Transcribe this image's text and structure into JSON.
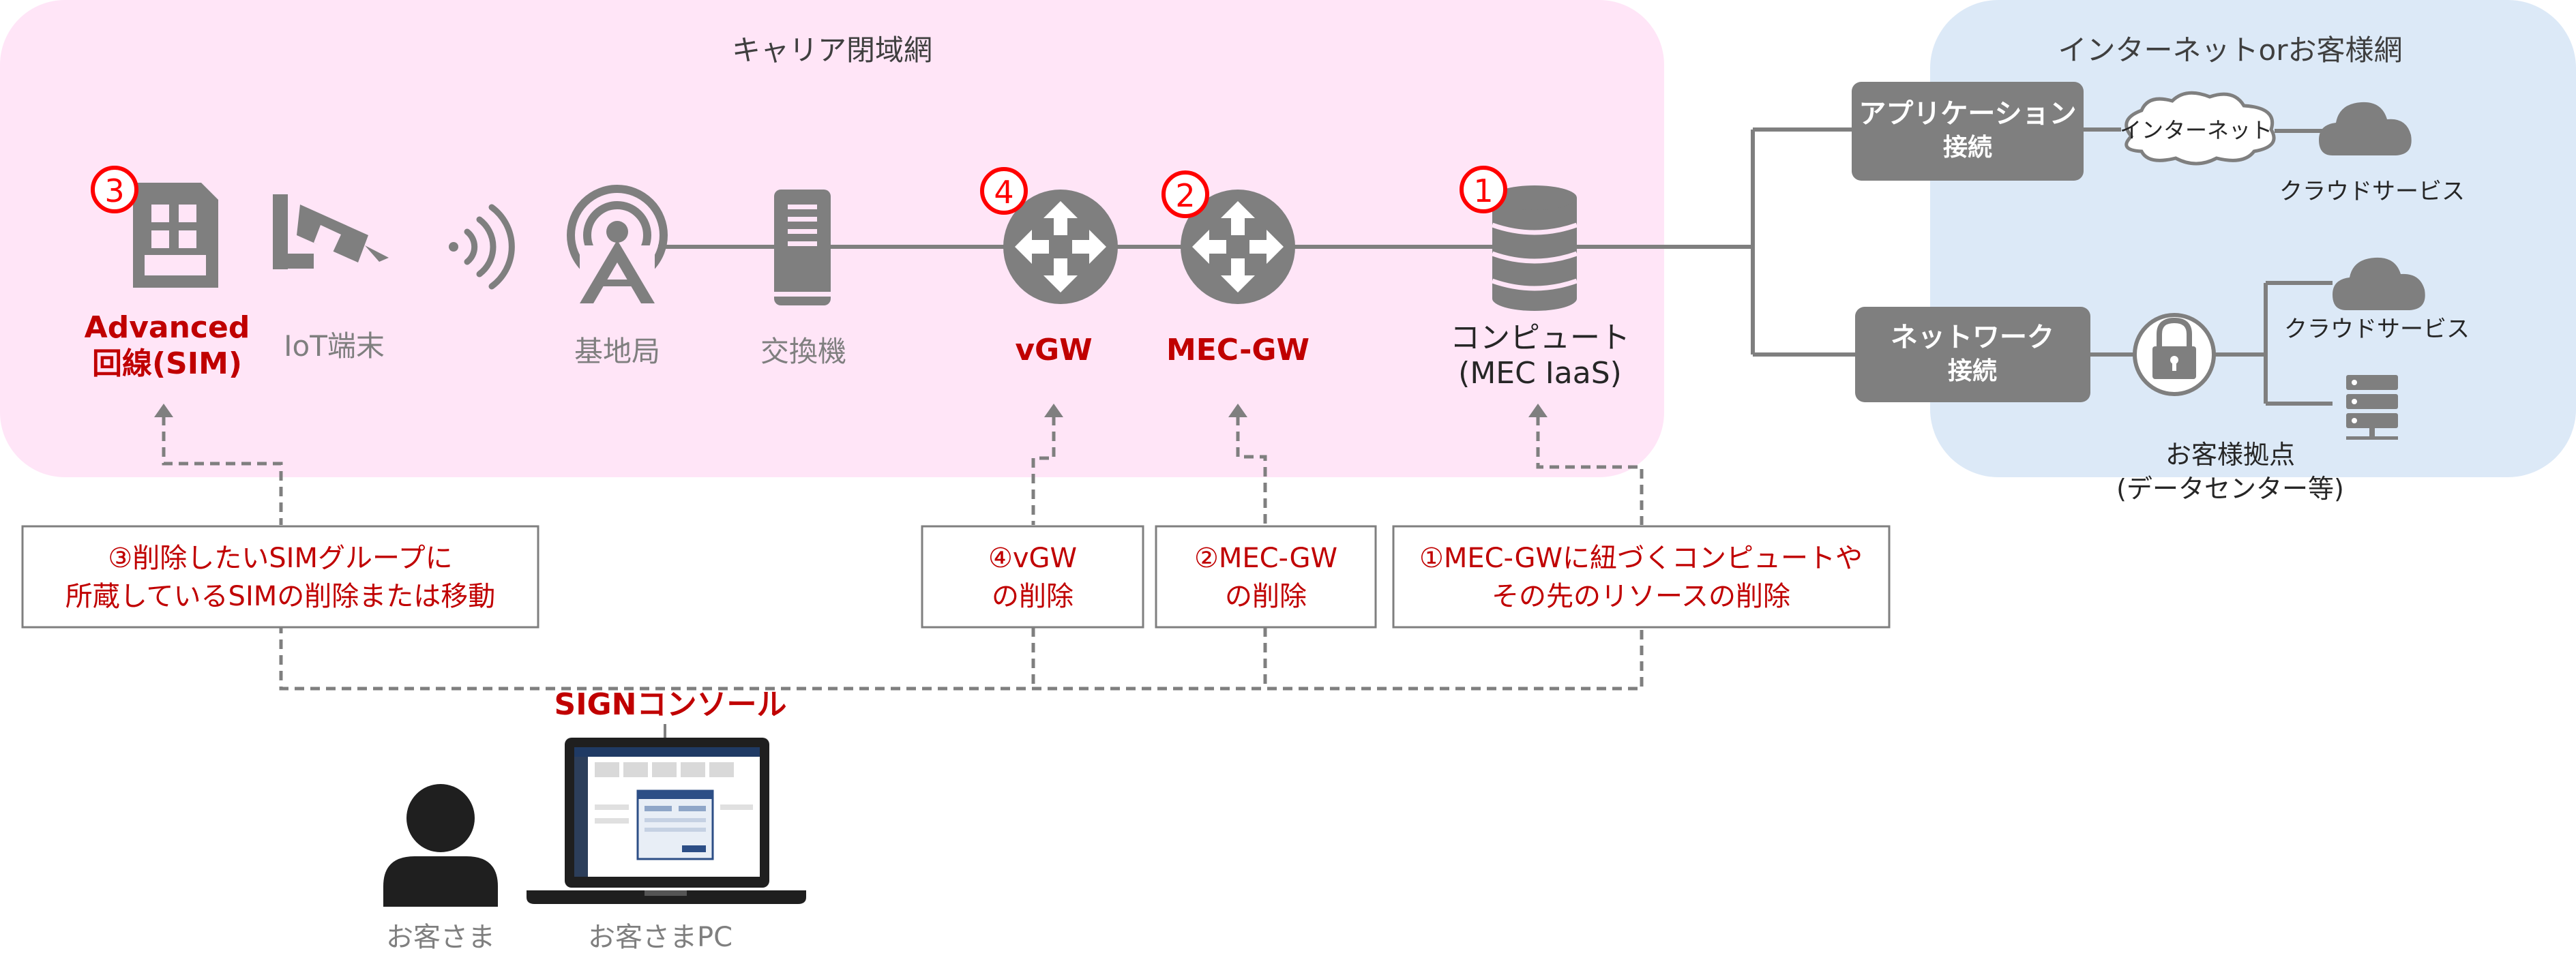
{
  "regions": {
    "carrier_label": "キャリア閉域網",
    "internet_label": "インターネットorお客様網"
  },
  "nodes": {
    "sim": {
      "num": "3",
      "label_line1": "Advanced",
      "label_line2": "回線(SIM)"
    },
    "iot": {
      "label": "IoT端末"
    },
    "base_station": {
      "label": "基地局"
    },
    "exchange": {
      "label": "交換機"
    },
    "vgw": {
      "num": "4",
      "label": "vGW"
    },
    "mecgw": {
      "num": "2",
      "label": "MEC-GW"
    },
    "compute": {
      "num": "1",
      "label_line1": "コンピュート",
      "label_line2": "(MEC IaaS)"
    }
  },
  "right_side": {
    "app_connect_line1": "アプリケーション",
    "app_connect_line2": "接続",
    "internet_cloud": "インターネット",
    "cloud_service_1": "クラウドサービス",
    "net_connect_line1": "ネットワーク",
    "net_connect_line2": "接続",
    "cloud_service_2": "クラウドサービス",
    "customer_site_line1": "お客様拠点",
    "customer_site_line2": "(データセンター等)"
  },
  "steps": {
    "step3_line1": "③削除したいSIMグループに",
    "step3_line2": "所蔵しているSIMの削除または移動",
    "step4_line1": "④vGW",
    "step4_line2": "の削除",
    "step2_line1": "②MEC-GW",
    "step2_line2": "の削除",
    "step1_line1": "①MEC-GWに紐づくコンピュートや",
    "step1_line2": "その先のリソースの削除"
  },
  "bottom": {
    "console_label": "SIGNコンソール",
    "customer_label": "お客さま",
    "pc_label": "お客さまPC"
  },
  "colors": {
    "carrier_bg": "#ffe5f7",
    "internet_bg": "#dce9f7",
    "icon_gray": "#7f7f7f",
    "accent_red": "#c00000",
    "badge_red": "#ff0000",
    "box_gray": "#7f7f7f"
  }
}
